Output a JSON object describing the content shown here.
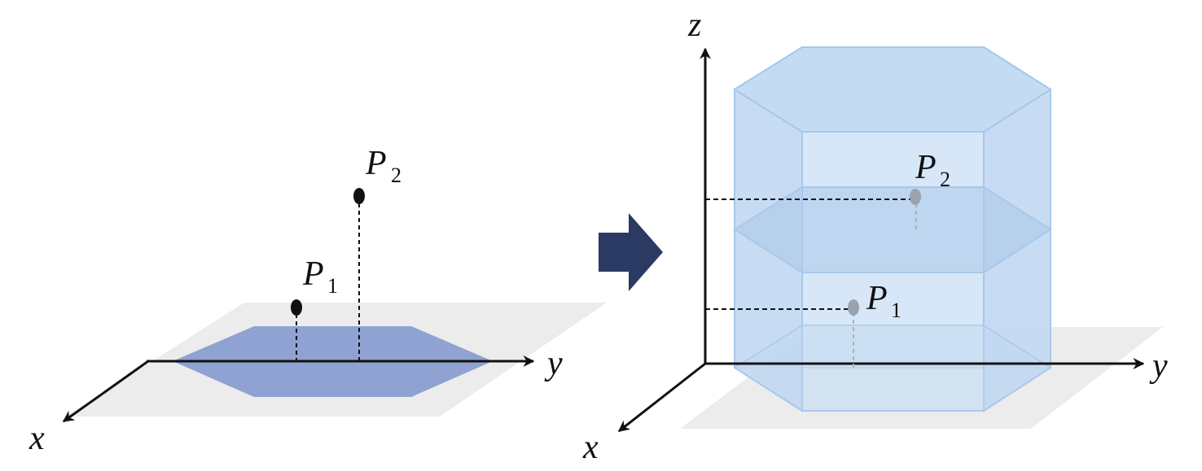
{
  "left_figure": {
    "x_axis_label": "x",
    "y_axis_label": "y",
    "point1": {
      "letter": "P",
      "subscript": "1"
    },
    "point2": {
      "letter": "P",
      "subscript": "2"
    },
    "colors": {
      "plane": "#ececec",
      "hexagon": "#8fa2d1",
      "axis": "#111111",
      "point": "#111111"
    }
  },
  "arrow": {
    "icon": "right-arrow-icon",
    "color": "#2b3a63"
  },
  "right_figure": {
    "x_axis_label": "x",
    "y_axis_label": "y",
    "z_axis_label": "z",
    "point1": {
      "letter": "P",
      "subscript": "1"
    },
    "point2": {
      "letter": "P",
      "subscript": "2"
    },
    "colors": {
      "plane": "#ececec",
      "prism_fill": "#cfe2f6",
      "prism_edge": "#a8c8ea",
      "axis": "#111111",
      "point": "#9aa3ad"
    }
  }
}
